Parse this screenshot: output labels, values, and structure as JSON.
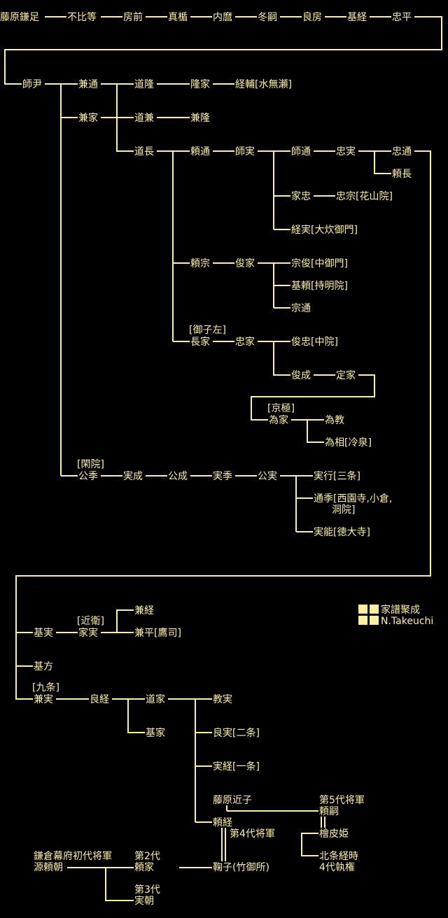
{
  "credit": {
    "compiled": "家譜聚成",
    "author": "N.Takeuchi"
  },
  "colors": {
    "background": "#000000",
    "line": "#fff0a0",
    "text": "#fff0a0"
  },
  "names": {
    "kamatari": "藤原鎌足",
    "fuhito": "不比等",
    "fusasaki": "房前",
    "matate": "真楯",
    "uchimaro": "内麿",
    "fuyutsugu": "冬嗣",
    "yoshifusa": "良房",
    "mototsune": "基経",
    "tadahira": "忠平",
    "morotada": "師尹",
    "kanemichi": "兼通",
    "kaneie": "兼家",
    "kinsue": "公季",
    "michitaka": "道隆",
    "takaie": "隆家",
    "tsunesuke": "経輔[水無瀬]",
    "michikane": "道兼",
    "kanetaka": "兼隆",
    "michinaga": "道長",
    "yorimichi": "頼通",
    "morozane": "師実",
    "moromichi": "師通",
    "tadazane": "忠実",
    "tadamichi": "忠通",
    "yorinaga": "頼長",
    "ietada": "家忠",
    "tadamune": "忠宗[花山院]",
    "tsunezane": "経実[大炊御門]",
    "yorimune": "頼宗",
    "toshiie": "俊家",
    "munetoshi": "宗俊[中御門]",
    "motoyori": "基頼[持明院]",
    "munemichi": "宗通",
    "nagaie_note": "[御子左]",
    "nagaie": "長家",
    "tadaie": "忠家",
    "toshitada": "俊忠[中院]",
    "toshinari": "俊成",
    "sadaie": "定家",
    "tameie_note": "[京極]",
    "tameie": "為家",
    "tamenori": "為教",
    "tamesuke": "為相[冷泉]",
    "kinsue_note": "[閑院]",
    "sanenari": "実成",
    "kinnari": "公成",
    "sanesue": "実季",
    "kinzane": "公実",
    "saneyuki": "実行[三条]",
    "michisue_a": "通季[西園寺,小倉,",
    "michisue_b": "洞院]",
    "saneyoshi": "実能[徳大寺]",
    "motozane": "基実",
    "motofusa": "基方",
    "motozane_son_note": "[近衛]",
    "iezane": "家実",
    "kanetsune": "兼経",
    "kanehira": "兼平[鷹司]",
    "kanezane_note": "[九条]",
    "kanezane": "兼実",
    "yoshitsune": "良経",
    "michiie": "道家",
    "motoie": "基家",
    "norizane": "教実",
    "yoshizane": "良実[二条]",
    "sanetsune": "実経[一条]",
    "chikako": "藤原近子",
    "yoritsune": "頼経",
    "shogun4": "第4代将軍",
    "shogun5": "第5代将軍",
    "yoritsugu": "頼嗣",
    "hiwadahime": "檜皮姫",
    "tokiuji_a": "北条経時",
    "tokiuji_b": "4代執権",
    "yoritomo_a": "鎌倉幕府初代将軍",
    "yoritomo_b": "源頼朝",
    "yoriie_a": "第2代",
    "yoriie_b": "頼家",
    "sanetomo_a": "第3代",
    "sanetomo_b": "実朝",
    "takeko": "鞠子(竹御所)"
  }
}
